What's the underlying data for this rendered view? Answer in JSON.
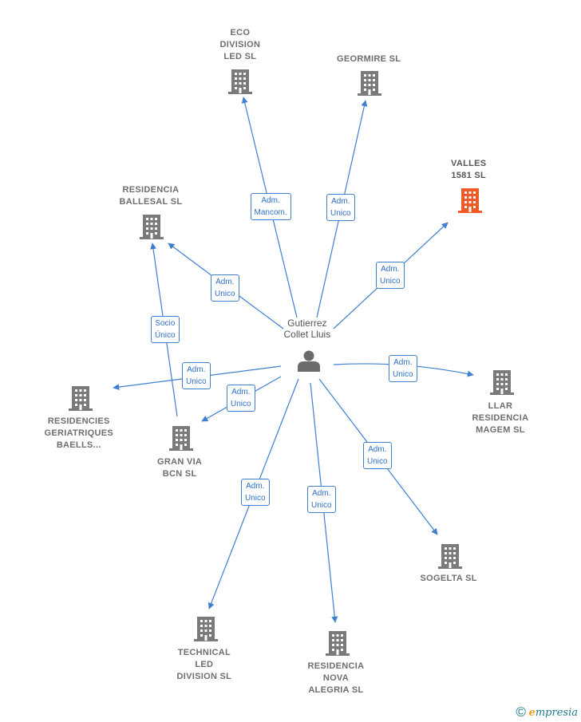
{
  "person": {
    "name_lines": [
      "Gutierrez",
      "Collet Lluis"
    ]
  },
  "companies": [
    {
      "id": "eco",
      "lines": [
        "ECO",
        "DIVISION",
        "LED SL"
      ],
      "highlight": false
    },
    {
      "id": "geormire",
      "lines": [
        "GEORMIRE  SL"
      ],
      "highlight": false
    },
    {
      "id": "valles",
      "lines": [
        "VALLES",
        "1581  SL"
      ],
      "highlight": true
    },
    {
      "id": "ballesal",
      "lines": [
        "RESIDENCIA",
        "BALLESAL  SL"
      ],
      "highlight": false
    },
    {
      "id": "baells",
      "lines": [
        "RESIDENCIES",
        "GERIATRIQUES",
        "BAELLS..."
      ],
      "highlight": false
    },
    {
      "id": "granvia",
      "lines": [
        "GRAN VIA",
        "BCN SL"
      ],
      "highlight": false
    },
    {
      "id": "llar",
      "lines": [
        "LLAR",
        "RESIDENCIA",
        "MAGEM SL"
      ],
      "highlight": false
    },
    {
      "id": "sogelta",
      "lines": [
        "SOGELTA  SL"
      ],
      "highlight": false
    },
    {
      "id": "technical",
      "lines": [
        "TECHNICAL",
        "LED",
        "DIVISION SL"
      ],
      "highlight": false
    },
    {
      "id": "alegria",
      "lines": [
        "RESIDENCIA",
        "NOVA",
        "ALEGRIA  SL"
      ],
      "highlight": false
    }
  ],
  "relations": [
    {
      "id": "r-eco",
      "lines": [
        "Adm.",
        "Mancom."
      ]
    },
    {
      "id": "r-geormire",
      "lines": [
        "Adm.",
        "Unico"
      ]
    },
    {
      "id": "r-valles",
      "lines": [
        "Adm.",
        "Unico"
      ]
    },
    {
      "id": "r-ballesal",
      "lines": [
        "Adm.",
        "Unico"
      ]
    },
    {
      "id": "r-socio",
      "lines": [
        "Socio",
        "Único"
      ]
    },
    {
      "id": "r-baells",
      "lines": [
        "Adm.",
        "Unico"
      ]
    },
    {
      "id": "r-granvia",
      "lines": [
        "Adm.",
        "Unico"
      ]
    },
    {
      "id": "r-llar",
      "lines": [
        "Adm.",
        "Unico"
      ]
    },
    {
      "id": "r-sogelta",
      "lines": [
        "Adm.",
        "Unico"
      ]
    },
    {
      "id": "r-technical",
      "lines": [
        "Adm.",
        "Unico"
      ]
    },
    {
      "id": "r-alegria",
      "lines": [
        "Adm.",
        "Unico"
      ]
    }
  ],
  "colors": {
    "edge": "#3f7fd0",
    "building": "#7a7a7a",
    "building_highlight": "#f05a28",
    "person": "#6b6b6b"
  },
  "brand": {
    "copyright": "©",
    "initial": "e",
    "rest": "mpresia"
  }
}
